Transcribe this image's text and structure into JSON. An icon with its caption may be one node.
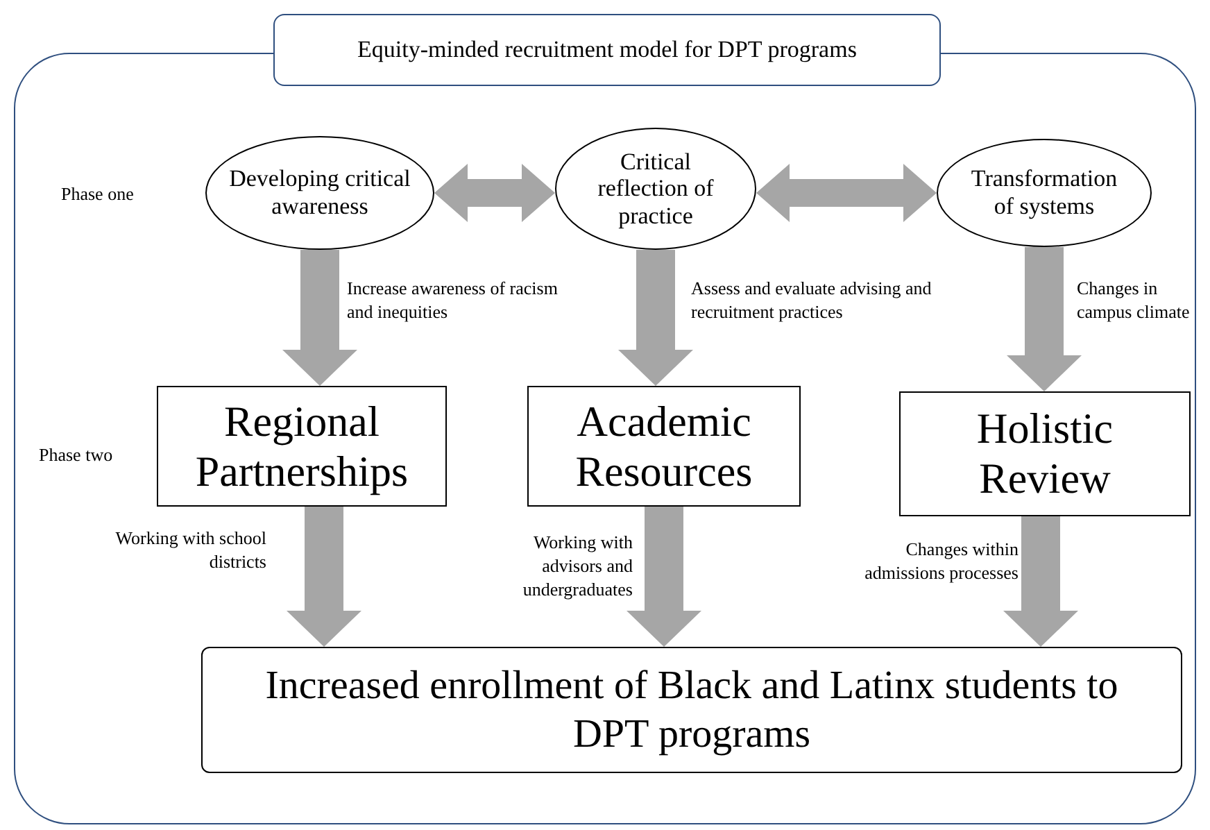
{
  "diagram": {
    "nodes": [
      {
        "text": [
          "Equity-minded recruitment model for DPT programs"
        ]
      },
      {
        "text": [
          "Developing critical awareness"
        ]
      },
      {
        "text": [
          "Critical reflection of practice"
        ]
      },
      {
        "text": [
          "Transformation of systems"
        ]
      },
      {
        "text": [
          "Regional Partnerships"
        ]
      },
      {
        "text": [
          "Academic Resources"
        ]
      },
      {
        "text": [
          "Holistic Review"
        ]
      },
      {
        "text": [
          "Increased enrollment of Black and Latinx students to DPT programs"
        ]
      }
    ],
    "edges": [
      {
        "from": 1,
        "to": 2,
        "arrow": "both"
      },
      {
        "from": 2,
        "to": 3,
        "arrow": "both"
      },
      {
        "from": 1,
        "to": 4,
        "arrow": "to",
        "label": "Increase awareness of racism and inequities"
      },
      {
        "from": 2,
        "to": 5,
        "arrow": "to",
        "label": "Assess and evaluate advising and recruitment practices"
      },
      {
        "from": 3,
        "to": 6,
        "arrow": "to",
        "label": "Changes in campus climate"
      },
      {
        "from": 4,
        "to": 7,
        "arrow": "to",
        "label": "Working with school districts"
      },
      {
        "from": 5,
        "to": 7,
        "arrow": "to",
        "label": "Working with advisors and undergraduates"
      },
      {
        "from": 6,
        "to": 7,
        "arrow": "to",
        "label": "Changes within admissions processes"
      }
    ],
    "labels": [
      "Phase one",
      "Phase two"
    ]
  }
}
